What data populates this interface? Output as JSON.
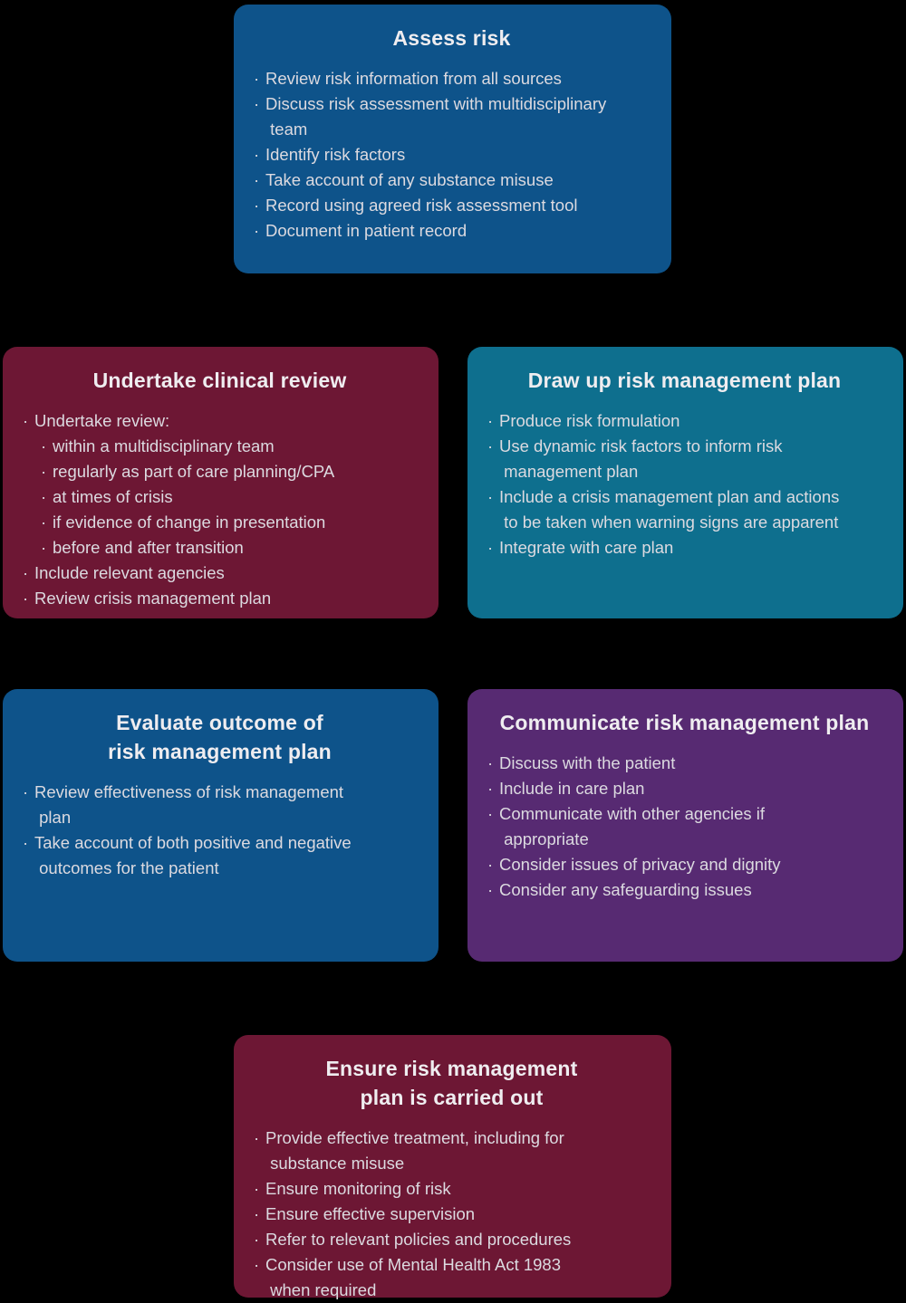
{
  "page": {
    "background_color": "#000000",
    "bullet_char": "·"
  },
  "colors": {
    "blue": "#0e538a",
    "maroon": "#6d1734",
    "teal": "#0e6f8e",
    "purple": "#572a72",
    "title_text": "#efedf0",
    "body_text": "#dcdae0"
  },
  "boxes": [
    {
      "id": "assess-risk",
      "title": "Assess risk",
      "color": "#0e538a",
      "bullets": [
        {
          "level": 1,
          "text": "Review risk information from all sources"
        },
        {
          "level": 1,
          "text": "Discuss risk assessment with multidisciplinary\n team"
        },
        {
          "level": 1,
          "text": "Identify risk factors"
        },
        {
          "level": 1,
          "text": "Take account of any substance misuse"
        },
        {
          "level": 1,
          "text": "Record using agreed risk assessment tool"
        },
        {
          "level": 1,
          "text": "Document in patient record"
        }
      ]
    },
    {
      "id": "undertake-clinical-review",
      "title": "Undertake clinical review",
      "color": "#6d1734",
      "bullets": [
        {
          "level": 1,
          "text": "Undertake review:"
        },
        {
          "level": 2,
          "text": "within a multidisciplinary team"
        },
        {
          "level": 2,
          "text": "regularly as part of care planning/CPA"
        },
        {
          "level": 2,
          "text": "at times of crisis"
        },
        {
          "level": 2,
          "text": "if evidence of change in presentation"
        },
        {
          "level": 2,
          "text": "before and after transition"
        },
        {
          "level": 1,
          "text": "Include relevant agencies"
        },
        {
          "level": 1,
          "text": "Review crisis management plan"
        }
      ]
    },
    {
      "id": "draw-up-risk-management-plan",
      "title": "Draw up risk management plan",
      "color": "#0e6f8e",
      "bullets": [
        {
          "level": 1,
          "text": "Produce risk formulation"
        },
        {
          "level": 1,
          "text": "Use dynamic risk factors to inform risk\n management plan"
        },
        {
          "level": 1,
          "text": "Include a crisis management plan and actions\n to be taken when warning signs are apparent"
        },
        {
          "level": 1,
          "text": "Integrate with care plan"
        }
      ]
    },
    {
      "id": "evaluate-outcome",
      "title": "Evaluate outcome of\nrisk management plan",
      "color": "#0e538a",
      "bullets": [
        {
          "level": 1,
          "text": "Review effectiveness of risk management\n plan"
        },
        {
          "level": 1,
          "text": "Take account of both positive and negative\n outcomes for the patient"
        }
      ]
    },
    {
      "id": "communicate-risk-management-plan",
      "title": "Communicate risk management plan",
      "color": "#572a72",
      "bullets": [
        {
          "level": 1,
          "text": "Discuss with the patient"
        },
        {
          "level": 1,
          "text": "Include in care plan"
        },
        {
          "level": 1,
          "text": "Communicate with other agencies if\n appropriate"
        },
        {
          "level": 1,
          "text": "Consider issues of privacy and dignity"
        },
        {
          "level": 1,
          "text": "Consider any safeguarding issues"
        }
      ]
    },
    {
      "id": "ensure-plan-carried-out",
      "title": "Ensure risk management\nplan is carried out",
      "color": "#6d1734",
      "bullets": [
        {
          "level": 1,
          "text": "Provide effective treatment, including for\n substance misuse"
        },
        {
          "level": 1,
          "text": "Ensure monitoring of risk"
        },
        {
          "level": 1,
          "text": "Ensure effective supervision"
        },
        {
          "level": 1,
          "text": "Refer to relevant policies and procedures"
        },
        {
          "level": 1,
          "text": "Consider use of Mental Health Act 1983\n when required"
        }
      ]
    }
  ]
}
